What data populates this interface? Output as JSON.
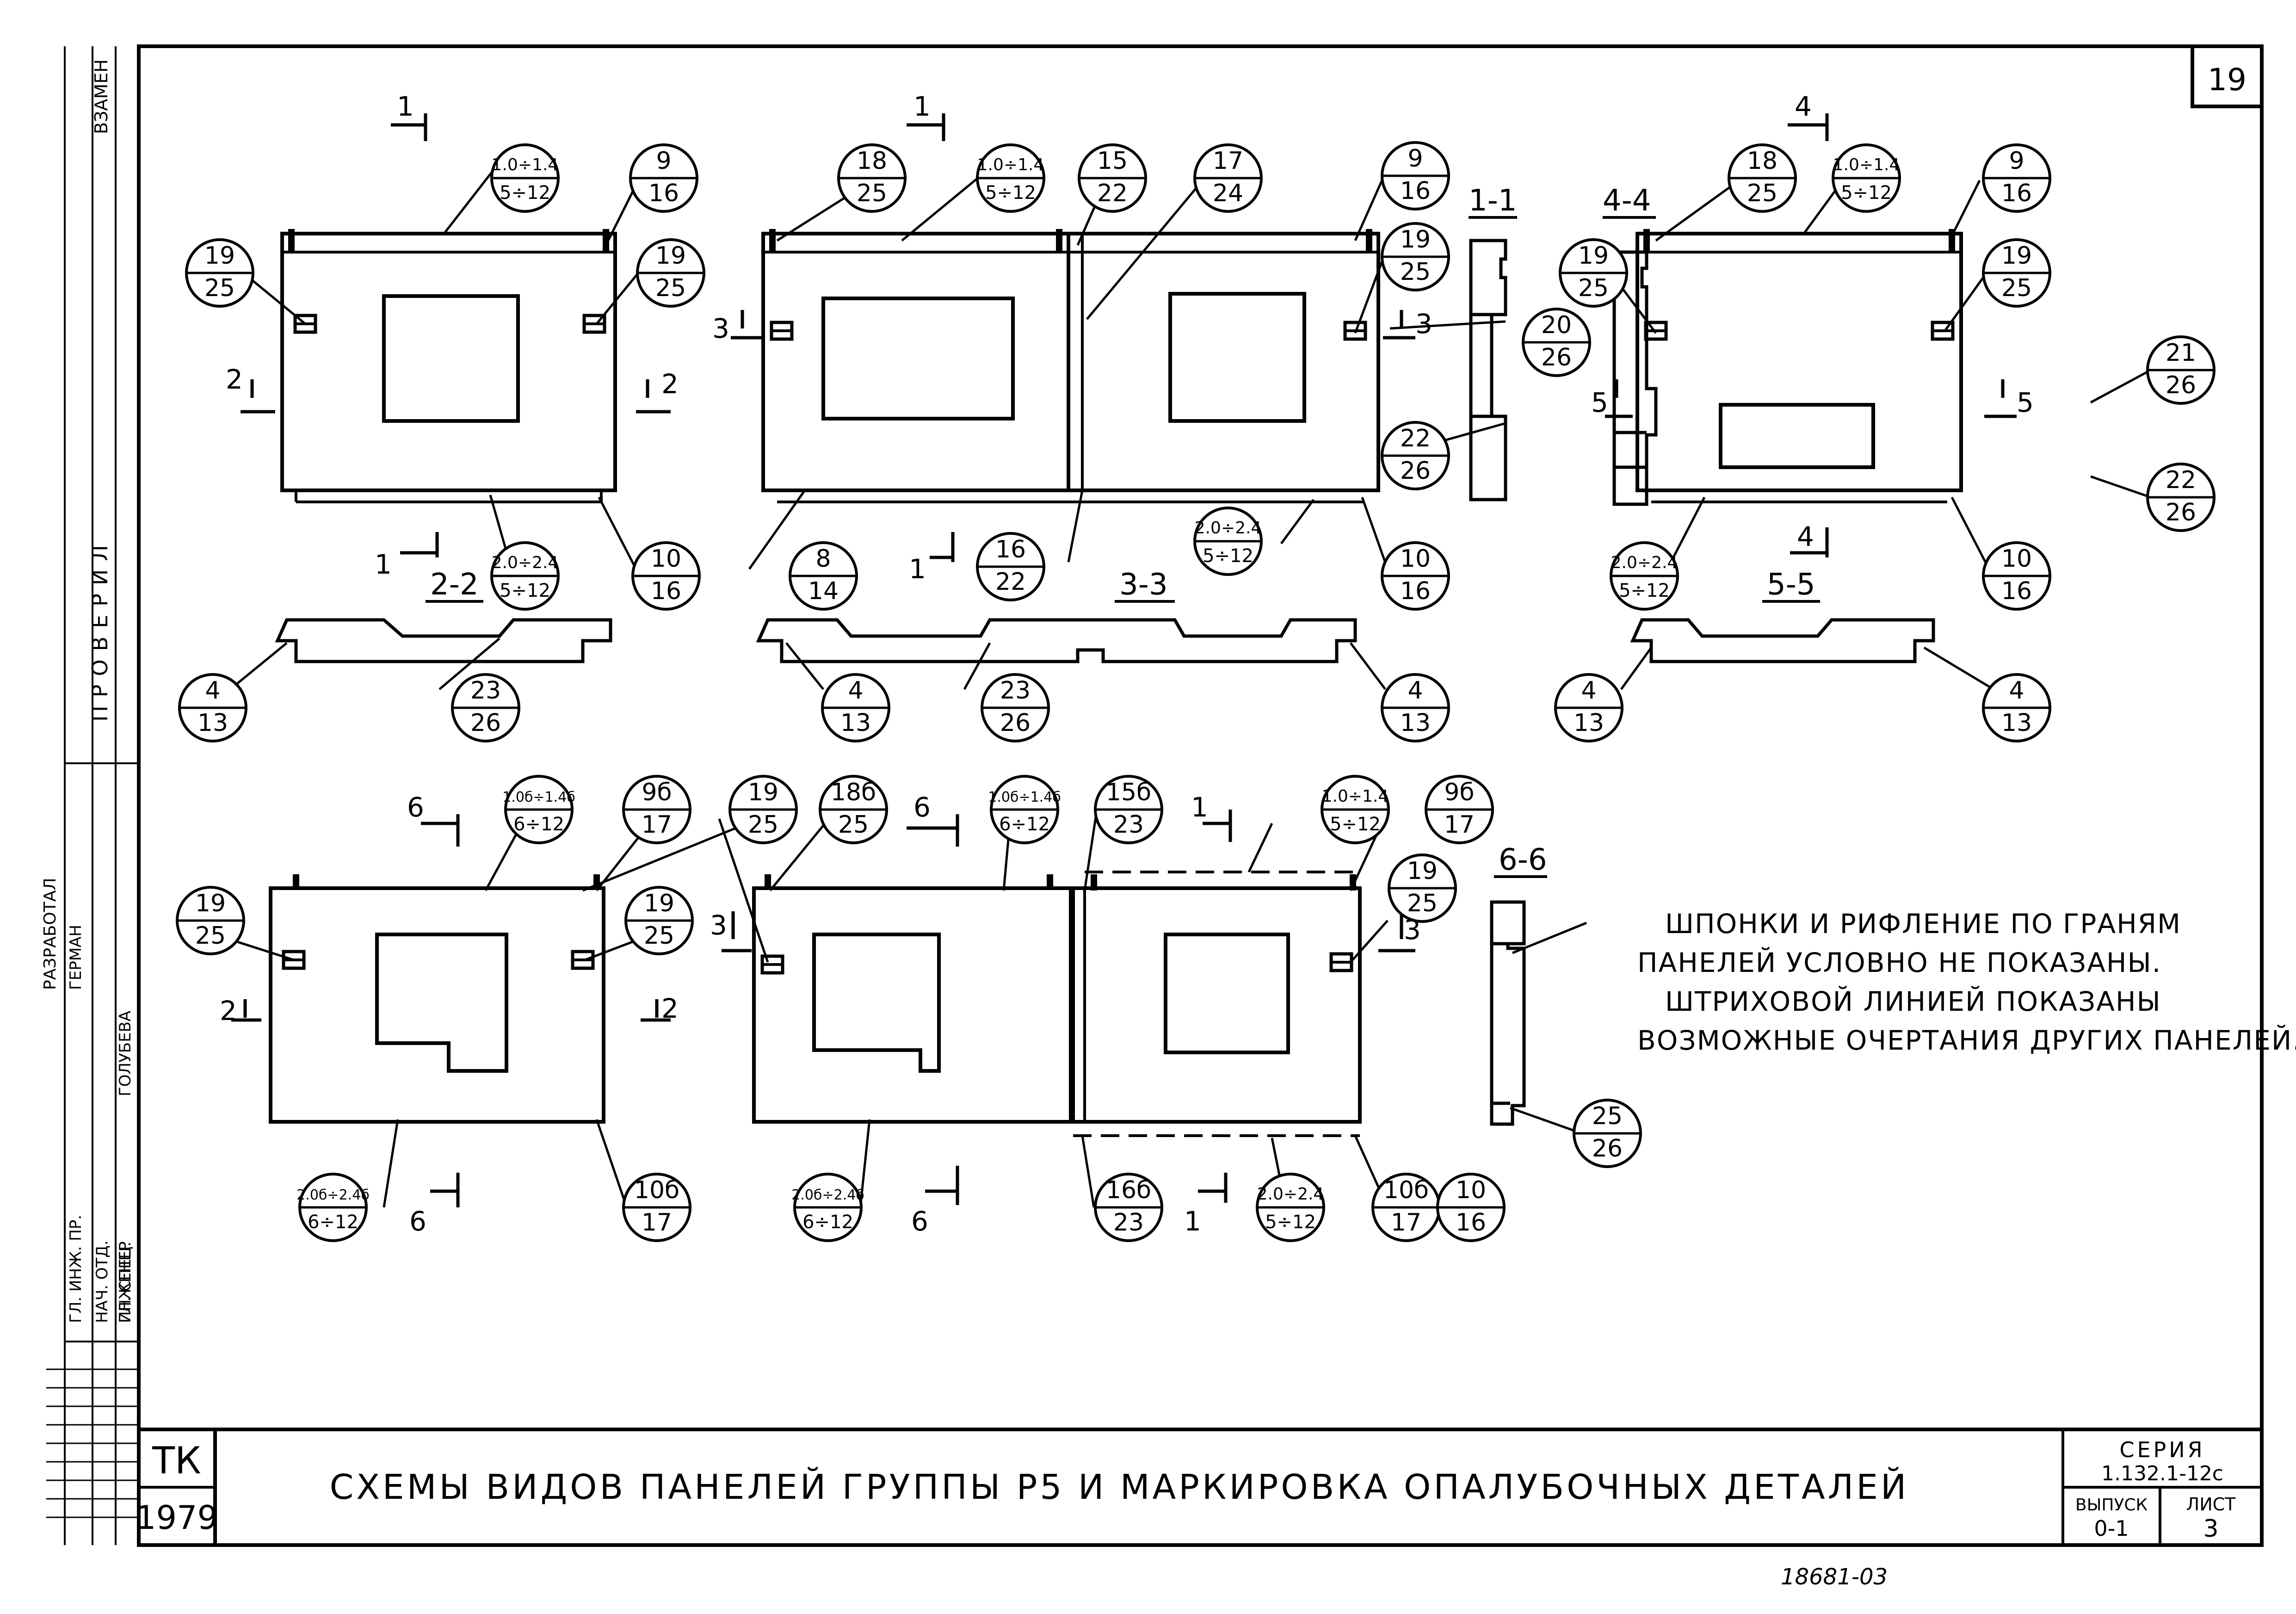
{
  "sheet_number": "19",
  "title": "СХЕМЫ ВИДОВ ПАНЕЛЕЙ ГРУППЫ Р5 И МАРКИРОВКА ОПАЛУБОЧНЫХ ДЕТАЛЕЙ",
  "stamp": {
    "org": "ТК",
    "year": "1979",
    "series_label": "СЕРИЯ",
    "series_value": "1.132.1-12с",
    "issue_label": "ВЫПУСК",
    "issue_value": "0-1",
    "sheet_label": "ЛИСТ",
    "sheet_value": "3"
  },
  "side_stamp": [
    "ВЗАМЕН",
    "ПРОВЕРИЛ",
    "РАЗРАБОТАЛ",
    "ГЛ. ИНЖ. ПР.",
    "НАЧ. ОТД.",
    "ГЛ. СПЕЦ.",
    "ГЕРМАН",
    "ГОЛУБЕВА",
    "ИНЖЕНЕР"
  ],
  "bottom_handwriting": "18681-03",
  "notes": [
    "ШПОНКИ И РИФЛЕНИЕ ПО ГРАНЯМ",
    "ПАНЕЛЕЙ УСЛОВНО НЕ ПОКАЗАНЫ.",
    "ШТРИХОВОЙ ЛИНИЕЙ ПОКАЗАНЫ",
    "ВОЗМОЖНЫЕ ОЧЕРТАНИЯ ДРУГИХ ПАНЕЛЕЙ."
  ],
  "section_titles": {
    "s11": "1-1",
    "s22": "2-2",
    "s33": "3-3",
    "s44": "4-4",
    "s55": "5-5",
    "s66": "6-6"
  },
  "cut_marks": {
    "n1": "1",
    "n2": "2",
    "n3": "3",
    "n4": "4",
    "n5": "5",
    "n6": "6"
  },
  "callouts": {
    "c_1014_512": [
      "1.0÷1.4",
      "5÷12"
    ],
    "c_916": [
      "9",
      "16"
    ],
    "c_1925": [
      "19",
      "25"
    ],
    "c_1825": [
      "18",
      "25"
    ],
    "c_1522": [
      "15",
      "22"
    ],
    "c_1724": [
      "17",
      "24"
    ],
    "c_2026": [
      "20",
      "26"
    ],
    "c_2226": [
      "22",
      "26"
    ],
    "c_2126": [
      "21",
      "26"
    ],
    "c_2024_512": [
      "2.0÷2.4",
      "5÷12"
    ],
    "c_1016": [
      "10",
      "16"
    ],
    "c_814": [
      "8",
      "14"
    ],
    "c_1622": [
      "16",
      "22"
    ],
    "c_413": [
      "4",
      "13"
    ],
    "c_2326": [
      "23",
      "26"
    ],
    "c_2526": [
      "25",
      "26"
    ],
    "c_1014b_612": [
      "1.0б÷1.4б",
      "6÷12"
    ],
    "c_9b17": [
      "9б",
      "17"
    ],
    "c_18b25": [
      "18б",
      "25"
    ],
    "c_15b23": [
      "15б",
      "23"
    ],
    "c_2024b_612": [
      "2.0б÷2.4б",
      "6÷12"
    ],
    "c_10b17": [
      "10б",
      "17"
    ],
    "c_16b23": [
      "16б",
      "23"
    ]
  }
}
